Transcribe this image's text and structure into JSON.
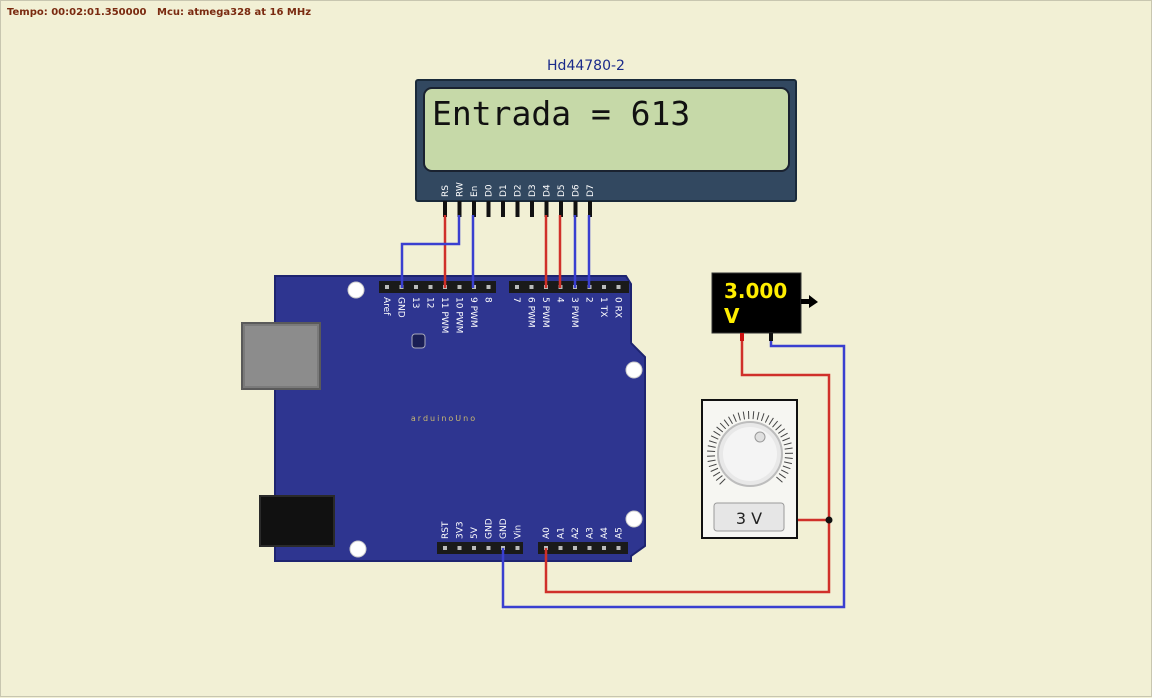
{
  "status": {
    "time": "Tempo: 00:02:01.350000",
    "mcu": "Mcu: atmega328 at 16 MHz"
  },
  "lcd": {
    "title": "Hd44780-2",
    "display_text": "Entrada = 613",
    "pins": [
      "RS",
      "RW",
      "En",
      "D0",
      "D1",
      "D2",
      "D3",
      "D4",
      "D5",
      "D6",
      "D7"
    ]
  },
  "arduino": {
    "brand": "arduinoUno",
    "digital_pins": [
      "Aref",
      "GND",
      "13",
      "12",
      "11 PWM",
      "10 PWM",
      "9 PWM",
      "8",
      "7",
      "6 PWM",
      "5 PWM",
      "4",
      "3 PWM",
      "2",
      "1 TX",
      "0 RX"
    ],
    "power_pins": [
      "RST",
      "3V3",
      "5V",
      "GND",
      "GND",
      "Vin"
    ],
    "analog_pins": [
      "A0",
      "A1",
      "A2",
      "A3",
      "A4",
      "A5"
    ]
  },
  "voltmeter": {
    "value": "3.000",
    "unit": "V"
  },
  "potentiometer": {
    "label": "3 V"
  },
  "colors": {
    "background": "#f2f0d5",
    "board": "#2e3590",
    "wire_red": "#d0302a",
    "wire_blue": "#3a3fd0",
    "lcd_screen": "#c6d9a8",
    "lcd_frame": "#324860",
    "voltmeter_text": "#ffee00"
  }
}
